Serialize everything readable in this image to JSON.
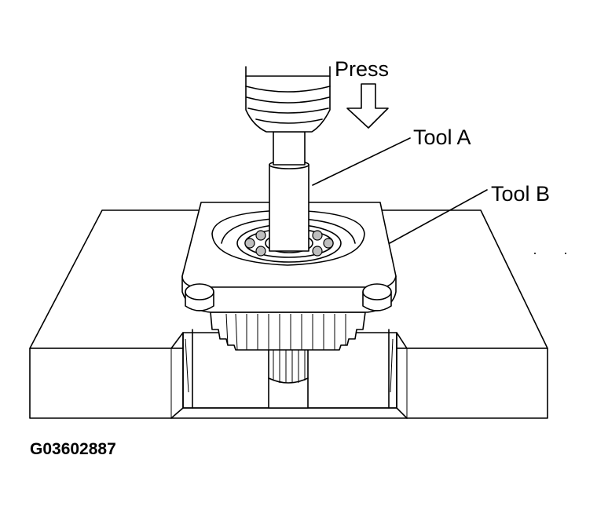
{
  "labels": {
    "press": "Press",
    "tool_a": "Tool A",
    "tool_b": "Tool B"
  },
  "figure_code": "G03602887",
  "icons": {
    "press_arrow": "down-arrow-icon"
  }
}
